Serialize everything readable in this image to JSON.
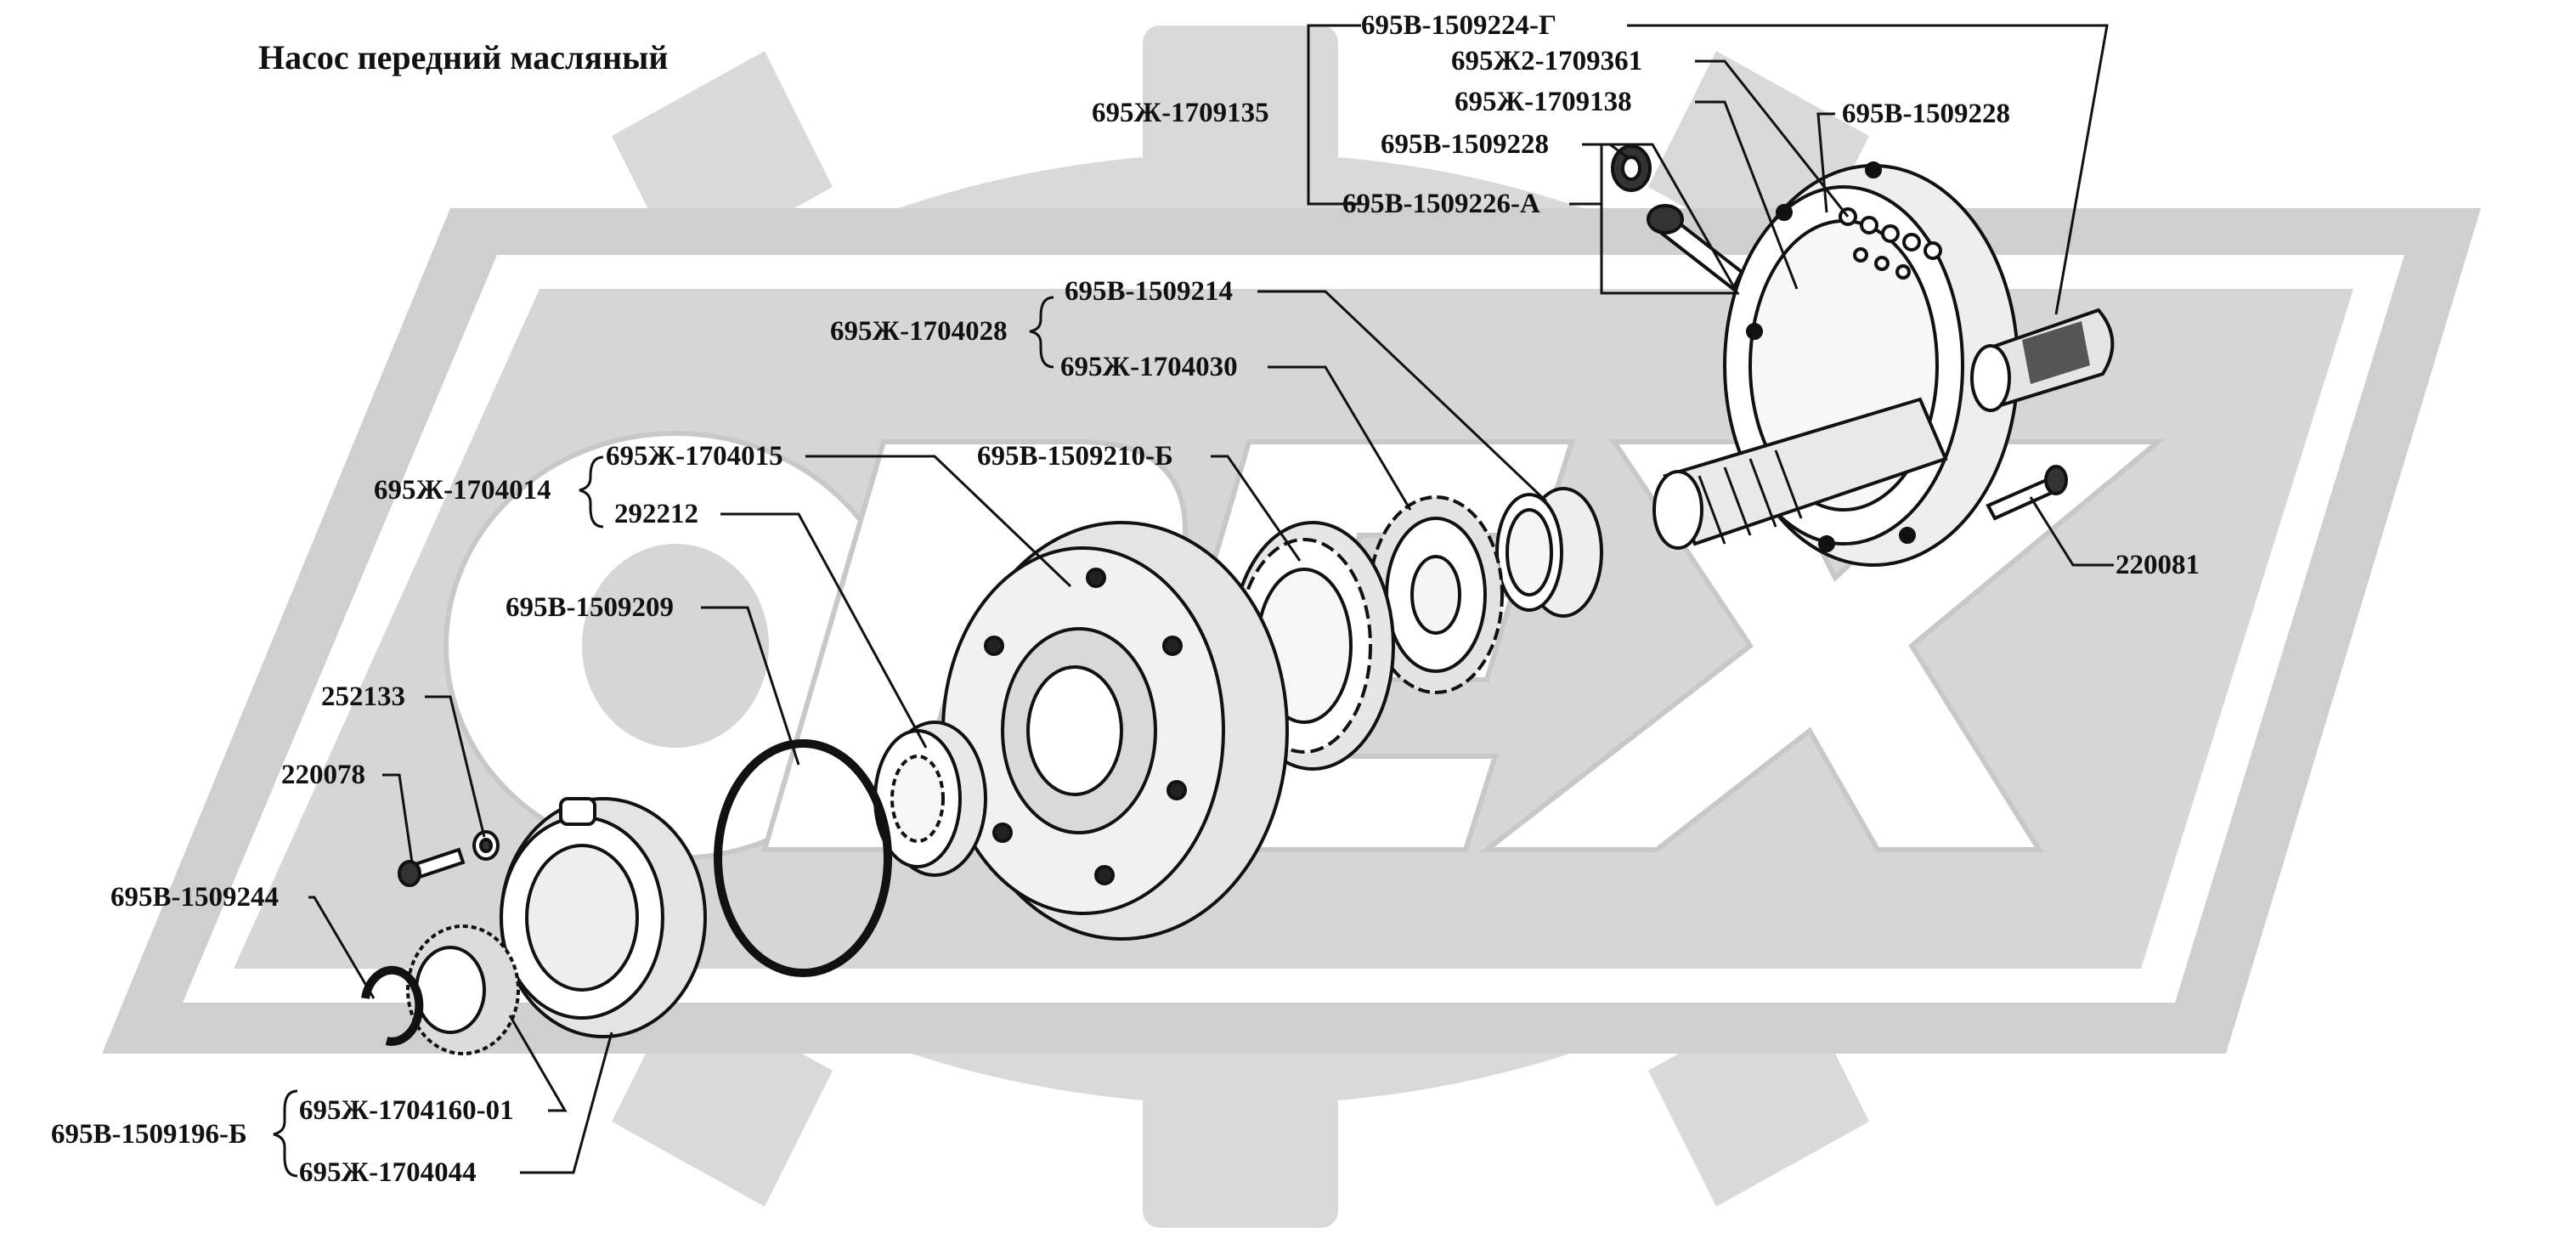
{
  "title": "Насос передний масляный",
  "watermark": {
    "text": "OPEX"
  },
  "colors": {
    "watermark": "#d2d2d2",
    "ink": "#111111",
    "background": "#ffffff"
  },
  "labels": {
    "p01": "695В-1509224-Г",
    "p02": "695Ж2-1709361",
    "p03": "695Ж-1709135",
    "p04": "695Ж-1709138",
    "p05": "695В-1509228",
    "p06": "695В-1509228",
    "p07": "695В-1509226-А",
    "p08": "695В-1509214",
    "p09": "695Ж-1704028",
    "p10": "695Ж-1704030",
    "p11": "695Ж-1704015",
    "p12": "695В-1509210-Б",
    "p13": "695Ж-1704014",
    "p14": "292212",
    "p15": "220081",
    "p16": "695В-1509209",
    "p17": "252133",
    "p18": "220078",
    "p19": "695В-1509244",
    "p20": "695Ж-1704160-01",
    "p21": "695В-1509196-Б",
    "p22": "695Ж-1704044"
  }
}
